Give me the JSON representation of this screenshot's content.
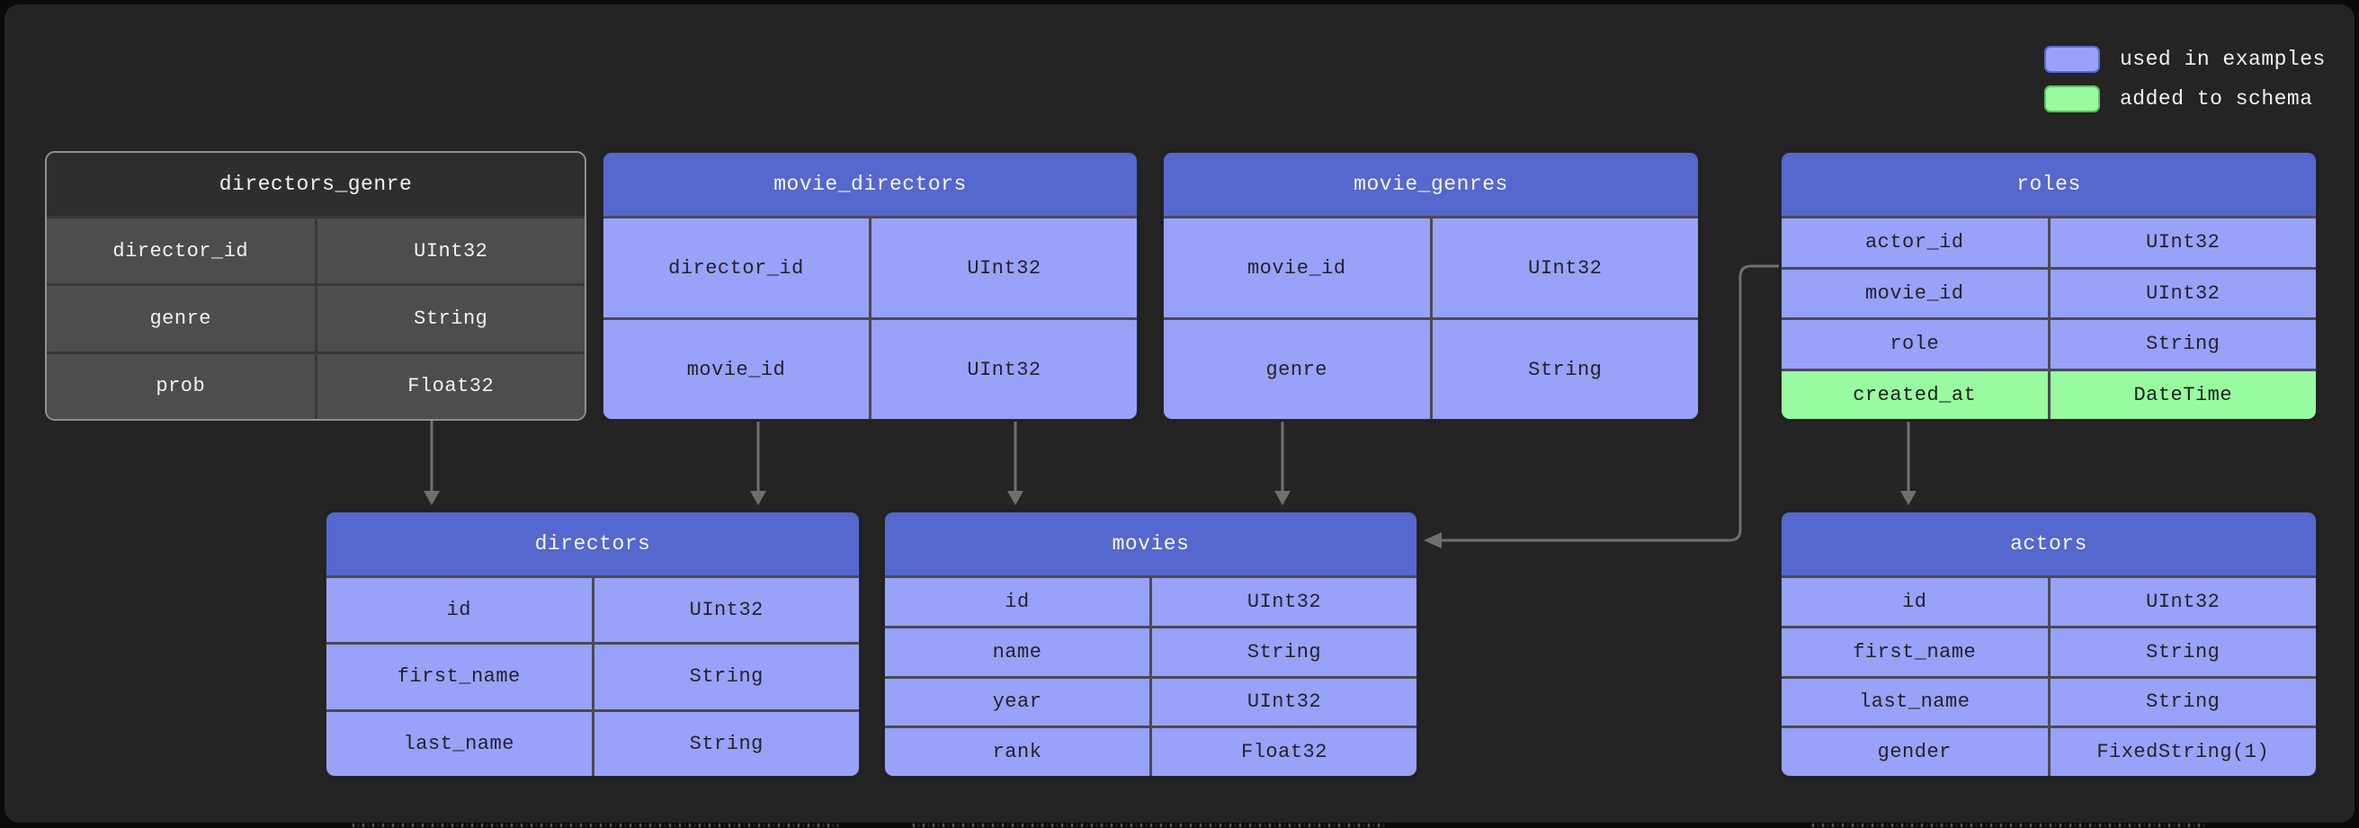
{
  "legend": [
    {
      "label": "used in examples",
      "swatch_color": "#98a2f8",
      "swatch_border": "#5d6ad1"
    },
    {
      "label": "added to schema",
      "swatch_color": "#98fba0",
      "swatch_border": "#5bc162"
    }
  ],
  "tables": [
    {
      "name": "directors_genre",
      "theme": "gray",
      "fields": [
        {
          "name": "director_id",
          "type": "UInt32"
        },
        {
          "name": "genre",
          "type": "String"
        },
        {
          "name": "prob",
          "type": "Float32"
        }
      ]
    },
    {
      "name": "movie_directors",
      "theme": "blue",
      "fields": [
        {
          "name": "director_id",
          "type": "UInt32"
        },
        {
          "name": "movie_id",
          "type": "UInt32"
        }
      ]
    },
    {
      "name": "movie_genres",
      "theme": "blue",
      "fields": [
        {
          "name": "movie_id",
          "type": "UInt32"
        },
        {
          "name": "genre",
          "type": "String"
        }
      ]
    },
    {
      "name": "roles",
      "theme": "blue",
      "fields": [
        {
          "name": "actor_id",
          "type": "UInt32"
        },
        {
          "name": "movie_id",
          "type": "UInt32"
        },
        {
          "name": "role",
          "type": "String"
        },
        {
          "name": "created_at",
          "type": "DateTime",
          "highlight": "green"
        }
      ]
    },
    {
      "name": "directors",
      "theme": "blue",
      "fields": [
        {
          "name": "id",
          "type": "UInt32"
        },
        {
          "name": "first_name",
          "type": "String"
        },
        {
          "name": "last_name",
          "type": "String"
        }
      ]
    },
    {
      "name": "movies",
      "theme": "blue",
      "fields": [
        {
          "name": "id",
          "type": "UInt32"
        },
        {
          "name": "name",
          "type": "String"
        },
        {
          "name": "year",
          "type": "UInt32"
        },
        {
          "name": "rank",
          "type": "Float32"
        }
      ]
    },
    {
      "name": "actors",
      "theme": "blue",
      "fields": [
        {
          "name": "id",
          "type": "UInt32"
        },
        {
          "name": "first_name",
          "type": "String"
        },
        {
          "name": "last_name",
          "type": "String"
        },
        {
          "name": "gender",
          "type": "FixedString(1)"
        }
      ]
    }
  ],
  "colors": {
    "canvas": "#242424",
    "background": "#0a0a0a",
    "blue_header": "#5667cd",
    "blue_row": "#98a2f8",
    "green_row": "#98fba0",
    "gray_header": "#2e2e2e",
    "gray_row": "#4d4d4d",
    "connector": "#6f6f6f"
  }
}
